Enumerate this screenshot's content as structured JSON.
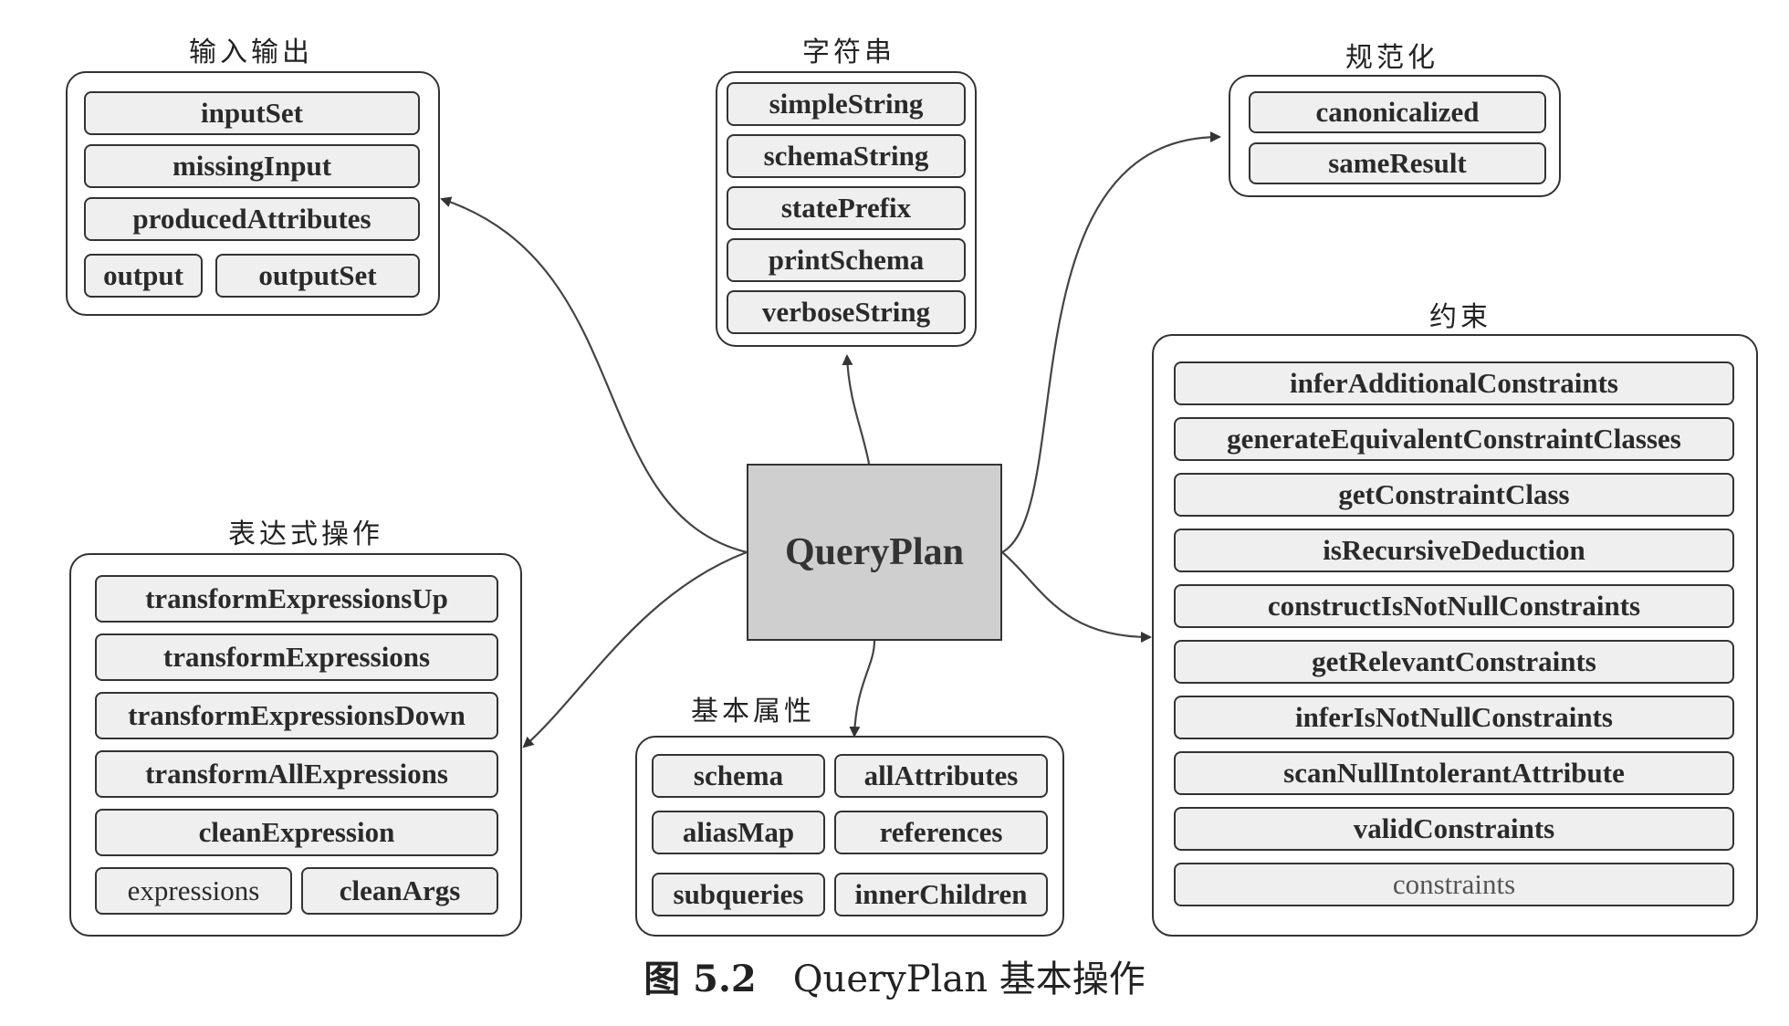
{
  "center": {
    "label": "QueryPlan"
  },
  "groups": {
    "io": {
      "title": "输入输出",
      "items": [
        "inputSet",
        "missingInput",
        "producedAttributes",
        "output",
        "outputSet"
      ]
    },
    "string": {
      "title": "字符串",
      "items": [
        "simpleString",
        "schemaString",
        "statePrefix",
        "printSchema",
        "verboseString"
      ]
    },
    "canon": {
      "title": "规范化",
      "items": [
        "canonicalized",
        "sameResult"
      ]
    },
    "constraint": {
      "title": "约束",
      "items": [
        "inferAdditionalConstraints",
        "generateEquivalentConstraintClasses",
        "getConstraintClass",
        "isRecursiveDeduction",
        "constructIsNotNullConstraints",
        "getRelevantConstraints",
        "inferIsNotNullConstraints",
        "scanNullIntolerantAttribute",
        "validConstraints",
        "constraints"
      ]
    },
    "expr": {
      "title": "表达式操作",
      "items": [
        "transformExpressionsUp",
        "transformExpressions",
        "transformExpressionsDown",
        "transformAllExpressions",
        "cleanExpression",
        "expressions",
        "cleanArgs"
      ]
    },
    "basic": {
      "title": "基本属性",
      "items": [
        "schema",
        "allAttributes",
        "aliasMap",
        "references",
        "subqueries",
        "innerChildren"
      ]
    }
  },
  "caption": {
    "figure": "图 5.2",
    "text": "QueryPlan 基本操作"
  }
}
